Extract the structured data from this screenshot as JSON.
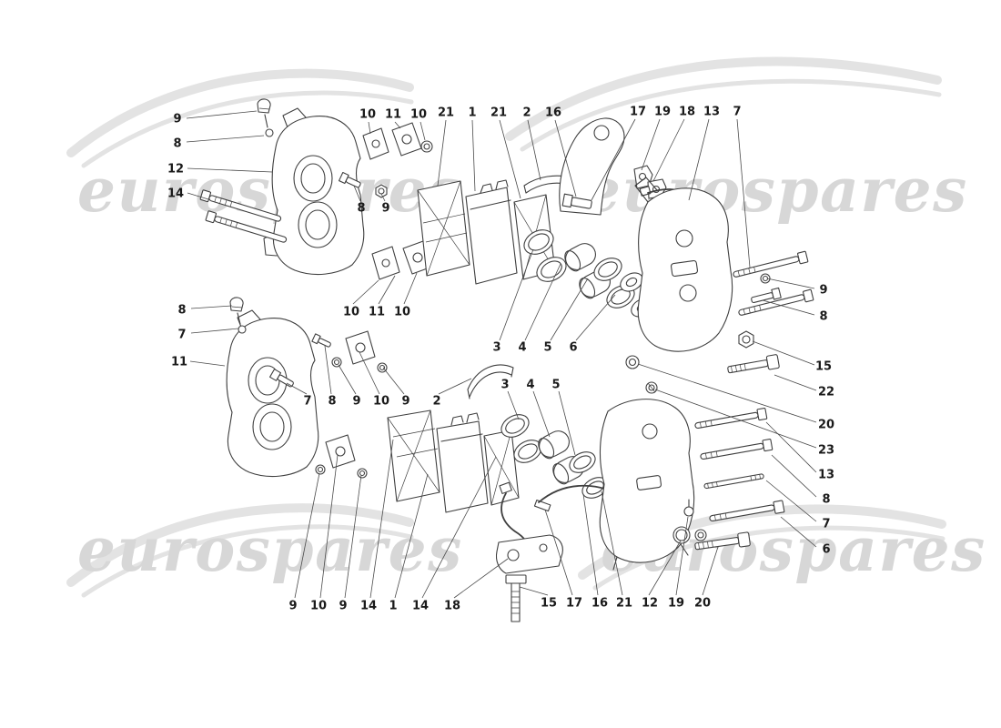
{
  "watermark": {
    "text": "eurospares"
  },
  "colors": {
    "background": "#ffffff",
    "line_art": "#3f3f3f",
    "watermark": "#d7d7d7",
    "callout_text": "#1a1a1a"
  },
  "callouts": [
    {
      "label": "9"
    },
    {
      "label": "8"
    },
    {
      "label": "12"
    },
    {
      "label": "14"
    },
    {
      "label": "10"
    },
    {
      "label": "11"
    },
    {
      "label": "10"
    },
    {
      "label": "21"
    },
    {
      "label": "1"
    },
    {
      "label": "21"
    },
    {
      "label": "2"
    },
    {
      "label": "16"
    },
    {
      "label": "17"
    },
    {
      "label": "19"
    },
    {
      "label": "18"
    },
    {
      "label": "13"
    },
    {
      "label": "7"
    },
    {
      "label": "8"
    },
    {
      "label": "7"
    },
    {
      "label": "11"
    },
    {
      "label": "10"
    },
    {
      "label": "11"
    },
    {
      "label": "10"
    },
    {
      "label": "3"
    },
    {
      "label": "4"
    },
    {
      "label": "5"
    },
    {
      "label": "6"
    },
    {
      "label": "9"
    },
    {
      "label": "8"
    },
    {
      "label": "15"
    },
    {
      "label": "22"
    },
    {
      "label": "20"
    },
    {
      "label": "23"
    },
    {
      "label": "13"
    },
    {
      "label": "8"
    },
    {
      "label": "7"
    },
    {
      "label": "6"
    },
    {
      "label": "8"
    },
    {
      "label": "9"
    },
    {
      "label": "7"
    },
    {
      "label": "8"
    },
    {
      "label": "9"
    },
    {
      "label": "10"
    },
    {
      "label": "9"
    },
    {
      "label": "2"
    },
    {
      "label": "3"
    },
    {
      "label": "4"
    },
    {
      "label": "5"
    },
    {
      "label": "9"
    },
    {
      "label": "10"
    },
    {
      "label": "9"
    },
    {
      "label": "14"
    },
    {
      "label": "1"
    },
    {
      "label": "14"
    },
    {
      "label": "18"
    },
    {
      "label": "15"
    },
    {
      "label": "17"
    },
    {
      "label": "16"
    },
    {
      "label": "21"
    },
    {
      "label": "12"
    },
    {
      "label": "19"
    },
    {
      "label": "20"
    }
  ]
}
